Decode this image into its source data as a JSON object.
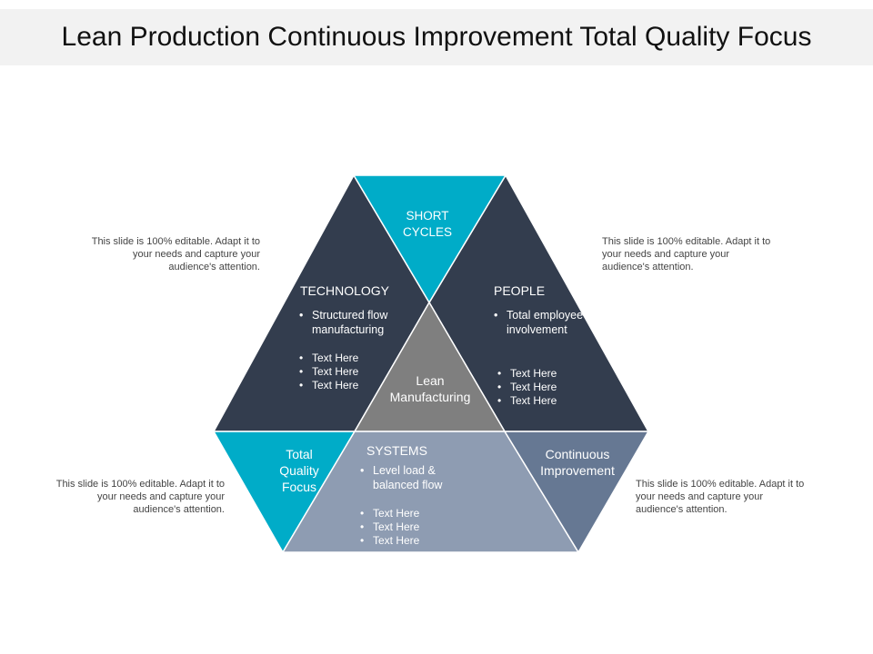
{
  "title": "Lean Production Continuous Improvement Total Quality Focus",
  "colors": {
    "dark": "#333d4e",
    "teal": "#00acc8",
    "gray": "#7f7f7f",
    "steel_light": "#8e9cb2",
    "steel": "#667893"
  },
  "notes": {
    "top_left": "This slide is 100% editable. Adapt it to your needs and capture your audience's attention.",
    "top_right": "This slide is 100% editable. Adapt it to your needs and capture your audience's attention.",
    "bottom_left": "This slide is 100% editable. Adapt it to your needs and capture your audience's attention.",
    "bottom_right": "This slide is 100% editable. Adapt it to your needs and capture your audience's attention."
  },
  "segments": {
    "short_cycles": "SHORT CYCLES",
    "lean_manufacturing": "Lean Manufacturing",
    "total_quality_focus": "Total Quality Focus",
    "continuous_improvement": "Continuous Improvement",
    "technology": {
      "heading": "TECHNOLOGY",
      "main": [
        "Structured flow manufacturing"
      ],
      "items": [
        "Text Here",
        "Text Here",
        "Text Here"
      ]
    },
    "people": {
      "heading": "PEOPLE",
      "main": [
        "Total employee involvement"
      ],
      "items": [
        "Text Here",
        "Text Here",
        "Text Here"
      ]
    },
    "systems": {
      "heading": "SYSTEMS",
      "main": [
        "Level load & balanced flow"
      ],
      "items": [
        "Text Here",
        "Text Here",
        "Text Here"
      ]
    }
  }
}
